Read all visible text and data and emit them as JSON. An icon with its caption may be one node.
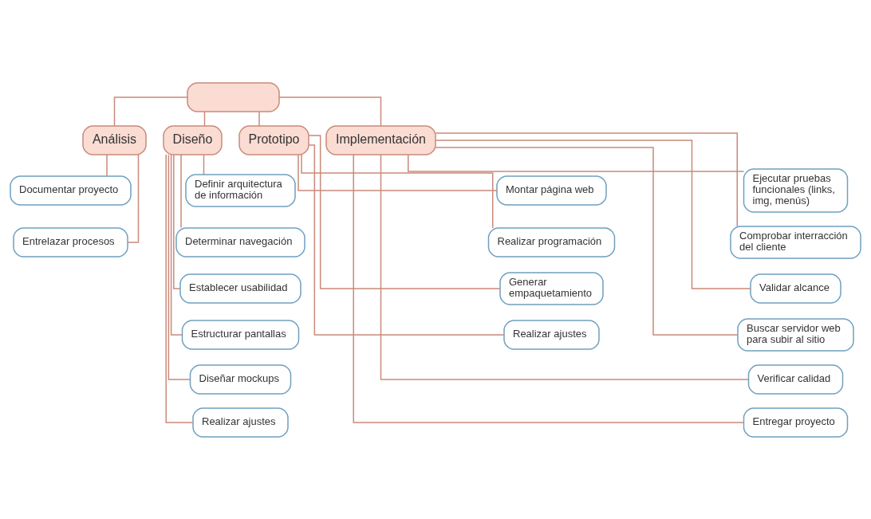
{
  "diagram": {
    "nodes": [
      {
        "text": [],
        "shape": "box"
      },
      {
        "text": [
          "Análisis"
        ]
      },
      {
        "text": [
          "Documentar proyecto"
        ]
      },
      {
        "text": [
          "Entrelazar procesos"
        ]
      },
      {
        "text": [
          "Diseño"
        ]
      },
      {
        "text": [
          "Definir arquitectura de información"
        ]
      },
      {
        "text": [
          "Determinar navegación"
        ]
      },
      {
        "text": [
          "Establecer usabilidad"
        ]
      },
      {
        "text": [
          "Estructurar pantallas"
        ]
      },
      {
        "text": [
          "Diseñar mockups"
        ]
      },
      {
        "text": [
          "Realizar ajustes"
        ]
      },
      {
        "text": [
          "Prototipo"
        ]
      },
      {
        "text": [
          "Montar página web"
        ]
      },
      {
        "text": [
          "Realizar programación"
        ]
      },
      {
        "text": [
          "Generar empaquetamiento"
        ]
      },
      {
        "text": [
          "Realizar ajustes"
        ]
      },
      {
        "text": [
          "Implementación"
        ]
      },
      {
        "text": [
          "Ejecutar pruebas funcionales (links, img, menús)"
        ]
      },
      {
        "text": [
          "Comprobar interracción del cliente"
        ]
      },
      {
        "text": [
          "Validar alcance"
        ]
      },
      {
        "text": [
          "Buscar servidor web para subir al sitio"
        ]
      },
      {
        "text": [
          "Verificar calidad"
        ]
      },
      {
        "text": [
          "Entregar proyecto"
        ]
      }
    ],
    "edges": [
      {
        "from": 0,
        "to": 1,
        "arrow": "none"
      },
      {
        "from": 0,
        "to": 4,
        "arrow": "none"
      },
      {
        "from": 0,
        "to": 11,
        "arrow": "none"
      },
      {
        "from": 0,
        "to": 16,
        "arrow": "none"
      },
      {
        "from": 1,
        "to": 2,
        "arrow": "none"
      },
      {
        "from": 1,
        "to": 3,
        "arrow": "none"
      },
      {
        "from": 4,
        "to": 5,
        "arrow": "none"
      },
      {
        "from": 4,
        "to": 6,
        "arrow": "none"
      },
      {
        "from": 4,
        "to": 7,
        "arrow": "none"
      },
      {
        "from": 4,
        "to": 8,
        "arrow": "none"
      },
      {
        "from": 4,
        "to": 9,
        "arrow": "none"
      },
      {
        "from": 4,
        "to": 10,
        "arrow": "none"
      },
      {
        "from": 11,
        "to": 12,
        "arrow": "none"
      },
      {
        "from": 11,
        "to": 13,
        "arrow": "none"
      },
      {
        "from": 11,
        "to": 14,
        "arrow": "none"
      },
      {
        "from": 11,
        "to": 15,
        "arrow": "none"
      },
      {
        "from": 16,
        "to": 17,
        "arrow": "none"
      },
      {
        "from": 16,
        "to": 18,
        "arrow": "none"
      },
      {
        "from": 16,
        "to": 19,
        "arrow": "none"
      },
      {
        "from": 16,
        "to": 20,
        "arrow": "none"
      },
      {
        "from": 16,
        "to": 21,
        "arrow": "none"
      },
      {
        "from": 16,
        "to": 22,
        "arrow": "none"
      }
    ]
  }
}
